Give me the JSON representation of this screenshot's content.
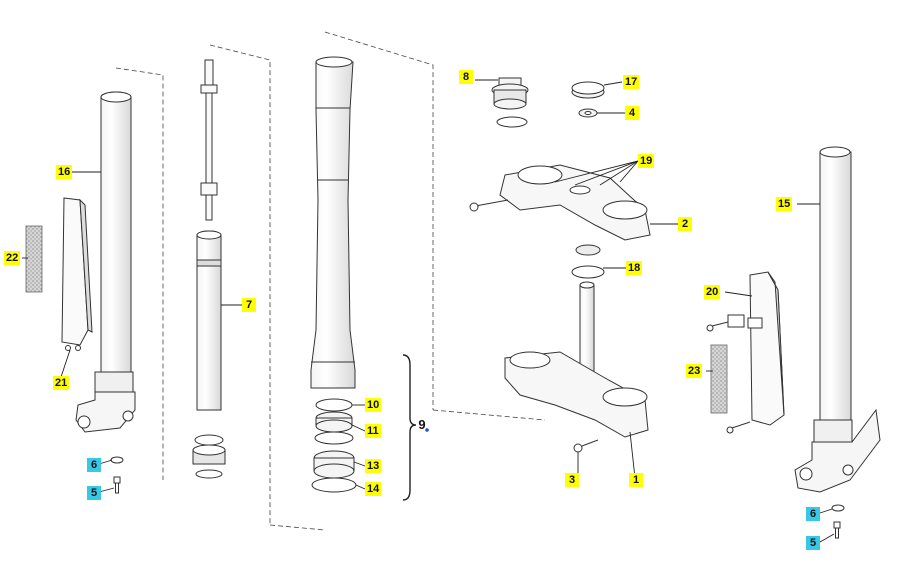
{
  "diagram": {
    "callouts": [
      {
        "id": "c16",
        "text": "16",
        "color": "yellow"
      },
      {
        "id": "c22",
        "text": "22",
        "color": "yellow"
      },
      {
        "id": "c21",
        "text": "21",
        "color": "yellow"
      },
      {
        "id": "c6a",
        "text": "6",
        "color": "cyan"
      },
      {
        "id": "c5a",
        "text": "5",
        "color": "cyan"
      },
      {
        "id": "c7",
        "text": "7",
        "color": "yellow"
      },
      {
        "id": "c10",
        "text": "10",
        "color": "yellow"
      },
      {
        "id": "c11",
        "text": "11",
        "color": "yellow"
      },
      {
        "id": "c9",
        "text": "9",
        "color": "none"
      },
      {
        "id": "c13",
        "text": "13",
        "color": "yellow"
      },
      {
        "id": "c14",
        "text": "14",
        "color": "yellow"
      },
      {
        "id": "c8",
        "text": "8",
        "color": "yellow"
      },
      {
        "id": "c17",
        "text": "17",
        "color": "yellow"
      },
      {
        "id": "c4",
        "text": "4",
        "color": "yellow"
      },
      {
        "id": "c19",
        "text": "19",
        "color": "yellow"
      },
      {
        "id": "c2",
        "text": "2",
        "color": "yellow"
      },
      {
        "id": "c18",
        "text": "18",
        "color": "yellow"
      },
      {
        "id": "c3",
        "text": "3",
        "color": "yellow"
      },
      {
        "id": "c1",
        "text": "1",
        "color": "yellow"
      },
      {
        "id": "c15",
        "text": "15",
        "color": "yellow"
      },
      {
        "id": "c20",
        "text": "20",
        "color": "yellow"
      },
      {
        "id": "c23",
        "text": "23",
        "color": "yellow"
      },
      {
        "id": "c6b",
        "text": "6",
        "color": "cyan"
      },
      {
        "id": "c5b",
        "text": "5",
        "color": "cyan"
      }
    ],
    "colors": {
      "highlight_yellow": "#ffff00",
      "highlight_cyan": "#38c8e6",
      "line": "#333333",
      "fill": "#ffffff",
      "shade": "#e8e8e8"
    }
  }
}
